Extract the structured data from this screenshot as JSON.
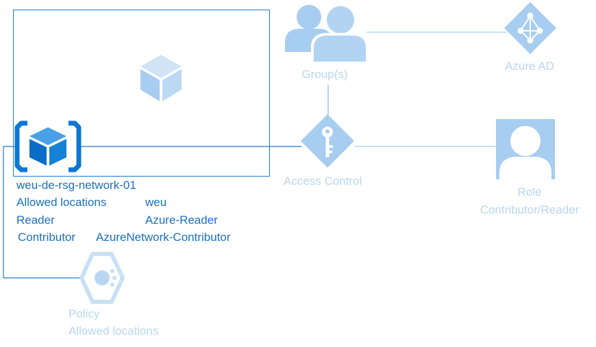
{
  "colors": {
    "primary": "#0a78d4",
    "faint": "#b8d6f1",
    "line": "#a9cdee",
    "text_primary": "#1a6fc0"
  },
  "resource_group": {
    "icon": "resource-group-cube-icon",
    "name": "weu-de-rsg-network-01",
    "rows": [
      {
        "key": "Allowed locations",
        "value": "weu"
      },
      {
        "key": "Reader",
        "value": "Azure-Reader"
      },
      {
        "key": "Contributor",
        "value": "AzureNetwork-Contributor"
      }
    ]
  },
  "nodes": {
    "groups": {
      "icon": "users-group-icon",
      "label": "Group(s)"
    },
    "azure_ad": {
      "icon": "azure-ad-diamond-icon",
      "label": "Azure AD"
    },
    "access_control": {
      "icon": "key-diamond-icon",
      "label": "Access Control"
    },
    "role": {
      "icon": "user-avatar-icon",
      "label_line1": "Role",
      "label_line2": "Contributor/Reader"
    },
    "policy": {
      "icon": "policy-hexagon-icon",
      "label_line1": "Policy",
      "label_line2": "Allowed locations"
    },
    "subscription": {
      "icon": "subscription-cube-icon"
    }
  }
}
